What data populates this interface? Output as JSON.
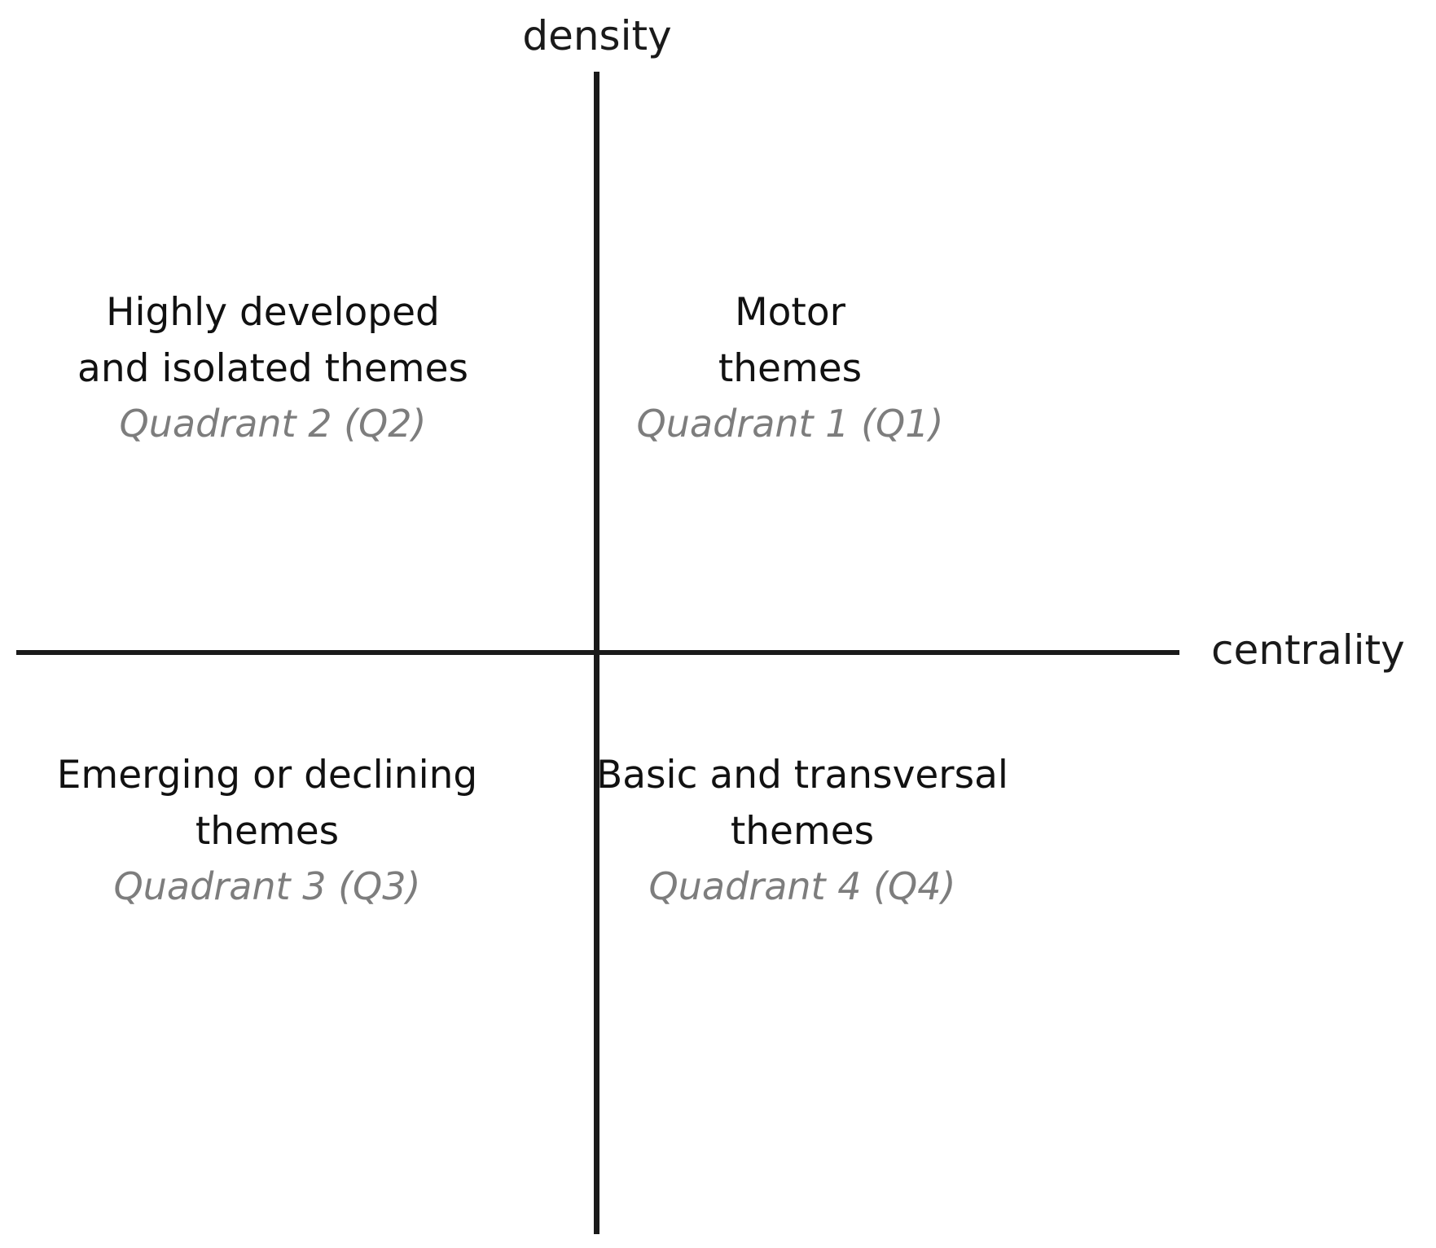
{
  "figure": {
    "type": "quadrant-diagram",
    "background_color": "#ffffff",
    "axis_color": "#1a1a1a",
    "label_color": "#111111",
    "sublabel_color": "#7d7d7d"
  },
  "axes": {
    "y_title": "density",
    "x_title": "centrality"
  },
  "quadrants": {
    "q1": {
      "line1": "Motor",
      "line2": "themes",
      "sublabel": "Quadrant 1 (Q1)"
    },
    "q2": {
      "line1": "Highly developed",
      "line2": "and isolated themes",
      "sublabel": "Quadrant 2 (Q2)"
    },
    "q3": {
      "line1": "Emerging or declining",
      "line2": "themes",
      "sublabel": "Quadrant 3 (Q3)"
    },
    "q4": {
      "line1": "Basic and transversal",
      "line2": "themes",
      "sublabel": "Quadrant 4 (Q4)"
    }
  },
  "chart_data": {
    "type": "scatter",
    "title": "",
    "xlabel": "centrality",
    "ylabel": "density",
    "grid": false,
    "legend": "none",
    "annotations": [
      {
        "quadrant": "Q2",
        "position": "top-left",
        "text": "Highly developed and isolated themes",
        "sublabel": "Quadrant 2 (Q2)"
      },
      {
        "quadrant": "Q1",
        "position": "top-right",
        "text": "Motor themes",
        "sublabel": "Quadrant 1 (Q1)"
      },
      {
        "quadrant": "Q3",
        "position": "bottom-left",
        "text": "Emerging or declining themes",
        "sublabel": "Quadrant 3 (Q3)"
      },
      {
        "quadrant": "Q4",
        "position": "bottom-right",
        "text": "Basic and transversal themes",
        "sublabel": "Quadrant 4 (Q4)"
      }
    ],
    "series": [],
    "x": [],
    "values": []
  }
}
